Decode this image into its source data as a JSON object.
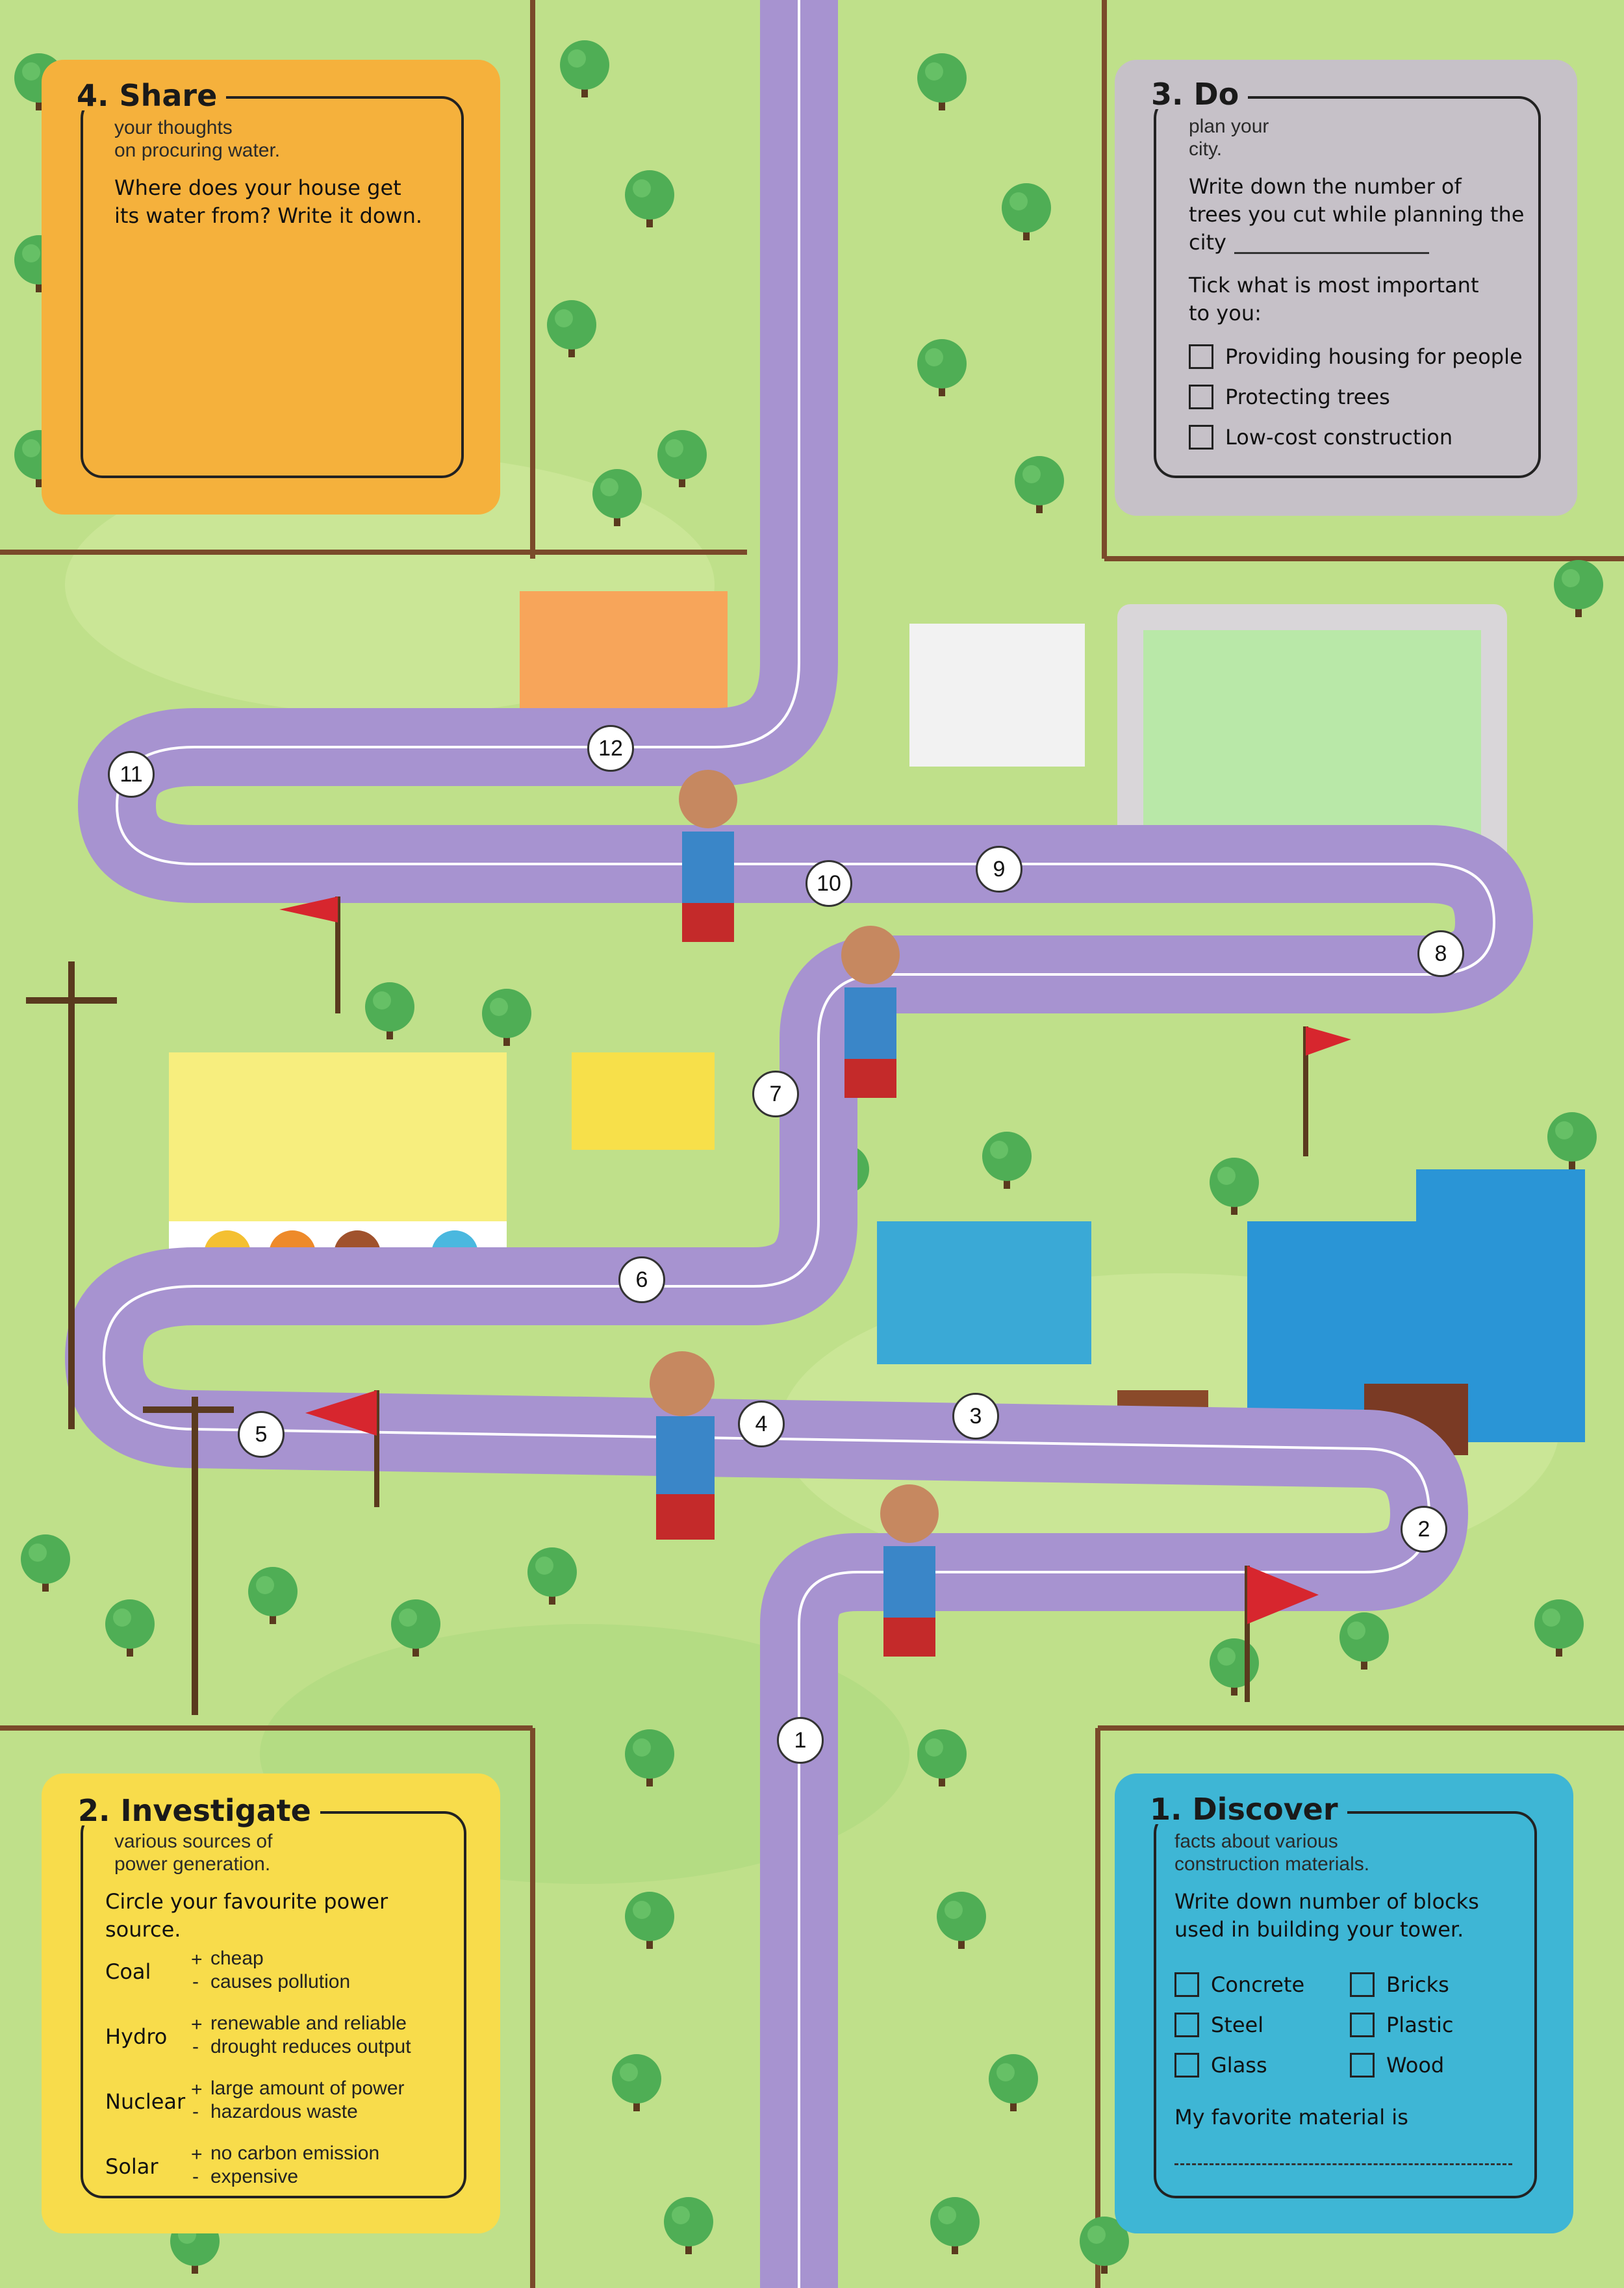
{
  "cards": {
    "share": {
      "title": "4. Share",
      "subtitle": "your thoughts\non procuring water.",
      "question": "Where does your house get\nits water from? Write it down.",
      "color": "#f5b13c"
    },
    "do": {
      "title": "3. Do",
      "subtitle": "plan your\ncity.",
      "question1": "Write down the number of\ntrees you cut while planning the\ncity",
      "question2": "Tick what is most important\nto you:",
      "options": [
        "Providing housing for people",
        "Protecting trees",
        "Low-cost construction"
      ],
      "color": "#c6c1c8"
    },
    "investigate": {
      "title": "2. Investigate",
      "subtitle": "various sources of\npower generation.",
      "question": "Circle your favourite power\nsource.",
      "sources": [
        {
          "name": "Coal",
          "plus": "cheap",
          "minus": "causes pollution"
        },
        {
          "name": "Hydro",
          "plus": "renewable and reliable",
          "minus": "drought reduces output"
        },
        {
          "name": "Nuclear",
          "plus": "large amount of power",
          "minus": "hazardous waste"
        },
        {
          "name": "Solar",
          "plus": "no carbon emission",
          "minus": "expensive"
        }
      ],
      "plus_sign": "+",
      "minus_sign": "-",
      "color": "#f8dc4b"
    },
    "discover": {
      "title": "1. Discover",
      "subtitle": "facts about various\nconstruction materials.",
      "question": "Write down number of blocks\nused in building your tower.",
      "materials": [
        "Concrete",
        "Bricks",
        "Steel",
        "Plastic",
        "Glass",
        "Wood"
      ],
      "favorite": "My favorite material is",
      "color": "#3eb6d5"
    }
  },
  "path_nodes": [
    "1",
    "2",
    "3",
    "4",
    "5",
    "6",
    "7",
    "8",
    "9",
    "10",
    "11",
    "12"
  ],
  "colors": {
    "grass": "#bfe08a",
    "path": "#a793d0",
    "tree": "#4fae55",
    "fence": "#7a4a2a",
    "flag": "#d7262e"
  }
}
